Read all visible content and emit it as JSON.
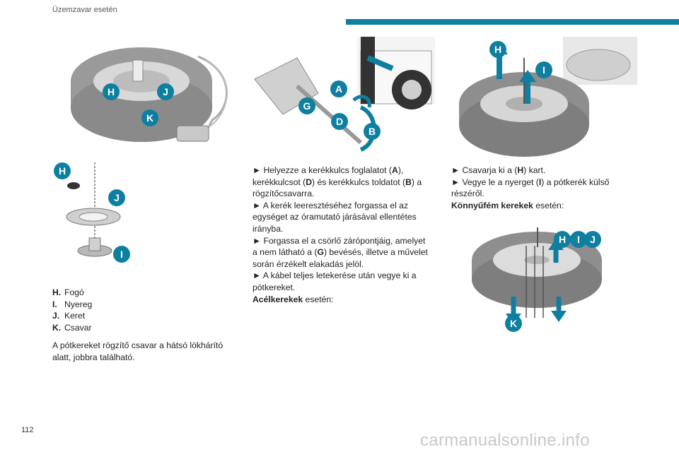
{
  "header": {
    "section_title": "Üzemzavar esetén",
    "accent_color": "#0e7fa0"
  },
  "page_number": "112",
  "watermark": "carmanualsonline.info",
  "callout_color": "#0e7fa0",
  "figure1": {
    "labels": [
      "H",
      "J",
      "K"
    ]
  },
  "figure2": {
    "labels": [
      "H",
      "J",
      "I"
    ]
  },
  "legend": [
    {
      "key": "H.",
      "text": "Fogó"
    },
    {
      "key": "I.",
      "text": "Nyereg"
    },
    {
      "key": "J.",
      "text": "Keret"
    },
    {
      "key": "K.",
      "text": "Csavar"
    }
  ],
  "col1_paragraph": "A pótkereket rögzítő csavar a hátsó lökhárító alatt, jobbra található.",
  "figure3": {
    "labels": [
      "A",
      "G",
      "D",
      "B"
    ]
  },
  "col2": {
    "s1": {
      "pre": "► Helyezze a kerékkulcs foglalatot (",
      "b1": "A",
      "mid1": "), kerékkulcsot (",
      "b2": "D",
      "mid2": ") és kerékkulcs toldatot (",
      "b3": "B",
      "post": ") a rögzítőcsavarra."
    },
    "s2": "► A kerék leeresztéséhez forgassa el az egységet az óramutató járásával ellentétes irányba.",
    "s3": {
      "pre": "► Forgassa el a csörlő zárópontjáig, amelyet a nem látható a (",
      "b1": "G",
      "post": ") bevésés, illetve a művelet során érzékelt elakadás jelöl."
    },
    "s4": "► A kábel teljes letekerése után vegye ki a pótkereket.",
    "s5": {
      "bold": "Acélkerekek",
      "post": " esetén:"
    }
  },
  "figure4": {
    "labels": [
      "H",
      "I"
    ]
  },
  "col3": {
    "s1": {
      "pre": "► Csavarja ki a (",
      "b1": "H",
      "post": ") kart."
    },
    "s2": {
      "pre": "► Vegye le a nyerget (",
      "b1": "I",
      "post": ") a pótkerék külső részéről."
    },
    "s3": {
      "bold": "Könnyűfém kerekek",
      "post": " esetén:"
    }
  },
  "figure5": {
    "labels": [
      "H",
      "I",
      "J",
      "K"
    ]
  }
}
